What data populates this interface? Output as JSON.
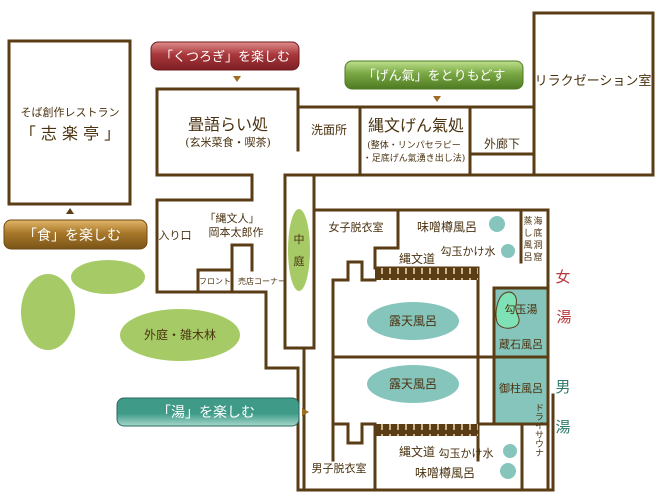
{
  "title": "館内フロアマップ",
  "buttons": {
    "food": {
      "label": "「食」を楽しむ",
      "color": "#9c6d22"
    },
    "relax": {
      "label": "「くつろぎ」を楽しむ",
      "color": "#a8373b"
    },
    "genki": {
      "label": "「げん氣」をとりもどす",
      "color": "#6f9c3a"
    },
    "bath": {
      "label": "「湯」を楽しむ",
      "color": "#3f9a88"
    }
  },
  "rooms": {
    "restaurant": {
      "subtitle": "そば創作レストラン",
      "name": "「 志 楽 亭 」"
    },
    "tatami": {
      "name": "畳語らい処",
      "note": "(玄米菜食・喫茶)"
    },
    "washroom": {
      "name": "洗面所"
    },
    "genki_room": {
      "name": "縄文げん氣処",
      "note1": "(整体・リンパセラピー",
      "note2": "・足底げん氣湧き出し法)"
    },
    "corridor": {
      "name": "外廊下"
    },
    "relaxation": {
      "name": "リラクゼーション室"
    },
    "entrance": {
      "name": "入り口"
    },
    "artwork": {
      "line1": "「縄文人」",
      "line2": "岡本太郎作"
    },
    "front": {
      "name": "フロント"
    },
    "shop": {
      "name": "売店コーナー"
    },
    "courtyard": {
      "line1": "中",
      "line2": "庭"
    },
    "outer_garden": {
      "name": "外庭・雑木林"
    }
  },
  "women_bath": {
    "label1": "女",
    "label2": "湯",
    "label_color": "#b8393c",
    "changing_room": "女子脱衣室",
    "miso_bath": "味噌樽風呂",
    "magatama_water": "勾玉かけ水",
    "jomon_path": "縄文道",
    "steam_cave": [
      "蒸",
      "し",
      "風",
      "呂",
      "海",
      "底",
      "洞",
      "窟"
    ],
    "steam_cave_col1": "蒸し風呂",
    "steam_cave_col2": "海底洞窟",
    "open_air": "露天風呂",
    "magatama_bath": "勾玉湯",
    "storehouse_stone": "蔵石風呂"
  },
  "men_bath": {
    "label1": "男",
    "label2": "湯",
    "label_color": "#2f7a6c",
    "changing_room": "男子脱衣室",
    "miso_bath": "味噌樽風呂",
    "magatama_water": "勾玉かけ水",
    "jomon_path": "縄文道",
    "dry_sauna": "ドライサウナ",
    "open_air": "露天風呂",
    "pillar_bath": "御柱風呂"
  }
}
